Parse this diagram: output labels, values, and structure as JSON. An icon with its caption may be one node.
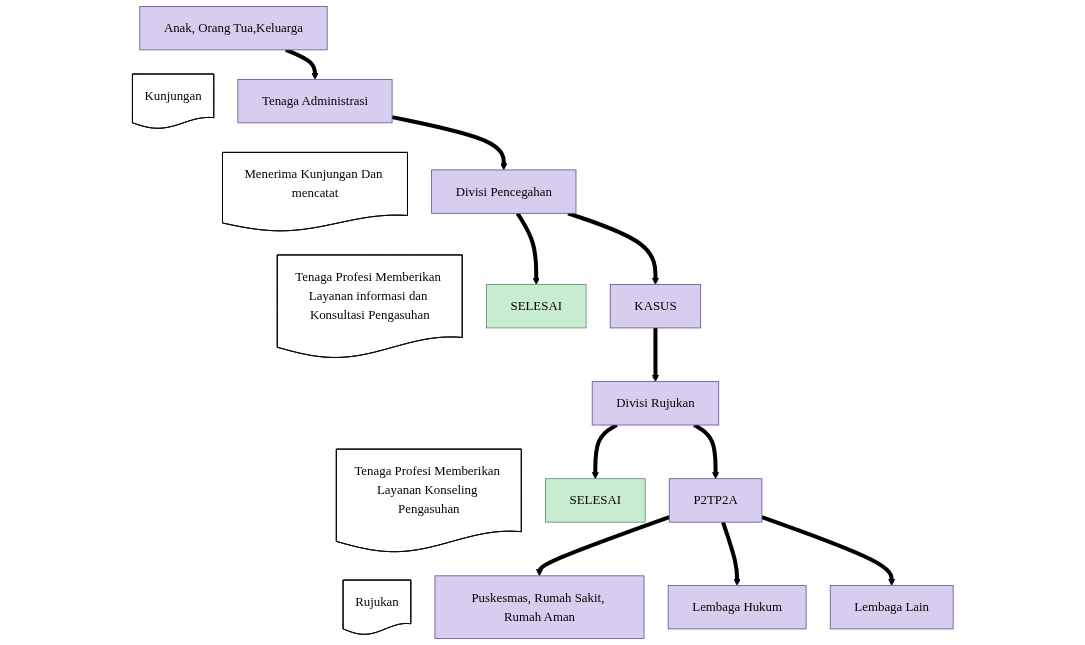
{
  "diagram": {
    "nodes": [
      {
        "text": [
          "Anak, Orang Tua,Keluarga"
        ]
      },
      {
        "text": [
          "Kunjungan"
        ]
      },
      {
        "text": [
          "Tenaga Administrasi"
        ]
      },
      {
        "text": [
          "Menerima Kunjungan Dan mencatat"
        ]
      },
      {
        "text": [
          "Divisi Pencegahan"
        ]
      },
      {
        "text": [
          "Tenaga Profesi Memberikan Layanan informasi dan Konsultasi Pengasuhan"
        ]
      },
      {
        "text": [
          "SELESAI"
        ]
      },
      {
        "text": [
          "KASUS"
        ]
      },
      {
        "text": [
          "Divisi Rujukan"
        ]
      },
      {
        "text": [
          "Tenaga Profesi Memberikan Layanan Konseling Pengasuhan"
        ]
      },
      {
        "text": [
          "SELESAI"
        ]
      },
      {
        "text": [
          "P2TP2A"
        ]
      },
      {
        "text": [
          "Rujukan"
        ]
      },
      {
        "text": [
          "Puskesmas, Rumah Sakit, Rumah Aman"
        ]
      },
      {
        "text": [
          "Lembaga Hukum"
        ]
      },
      {
        "text": [
          "Lembaga Lain"
        ]
      }
    ],
    "edges": [
      {
        "from": 0,
        "to": 2,
        "arrow": "to"
      },
      {
        "from": 2,
        "to": 4,
        "arrow": "to"
      },
      {
        "from": 4,
        "to": 6,
        "arrow": "to"
      },
      {
        "from": 4,
        "to": 7,
        "arrow": "to"
      },
      {
        "from": 7,
        "to": 8,
        "arrow": "to"
      },
      {
        "from": 8,
        "to": 10,
        "arrow": "to"
      },
      {
        "from": 8,
        "to": 11,
        "arrow": "to"
      },
      {
        "from": 11,
        "to": 13,
        "arrow": "to"
      },
      {
        "from": 11,
        "to": 14,
        "arrow": "to"
      },
      {
        "from": 11,
        "to": 15,
        "arrow": "to"
      }
    ]
  }
}
